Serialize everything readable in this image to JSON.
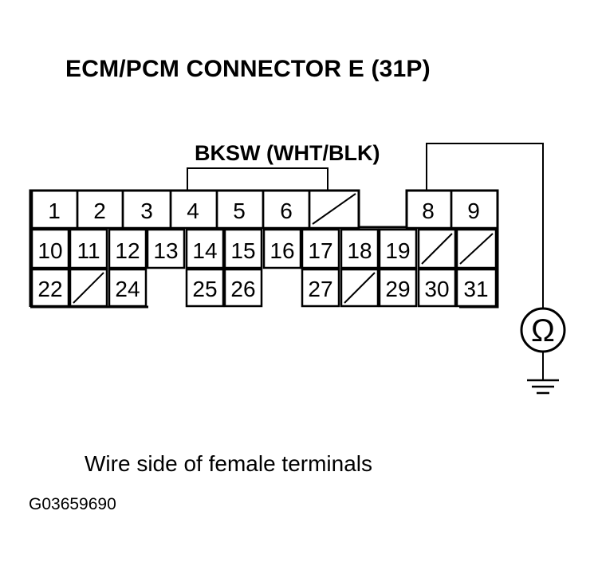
{
  "title": "ECM/PCM CONNECTOR E (31P)",
  "wire_label": "BKSW (WHT/BLK)",
  "caption": "Wire side of female terminals",
  "figure_id": "G03659690",
  "meter_symbol": "Ω",
  "connector": {
    "rows": [
      [
        "1",
        "2",
        "3",
        "4",
        "5",
        "6",
        "",
        null,
        "8",
        "9"
      ],
      [
        "10",
        "11",
        "12",
        "13",
        "14",
        "15",
        "16",
        "17",
        "18",
        "19",
        "",
        ""
      ],
      [
        "22",
        "",
        "24",
        null,
        "25",
        "26",
        null,
        "27",
        "",
        "29",
        "30",
        "31"
      ]
    ]
  },
  "colors": {
    "line": "#000000",
    "background": "#ffffff"
  }
}
